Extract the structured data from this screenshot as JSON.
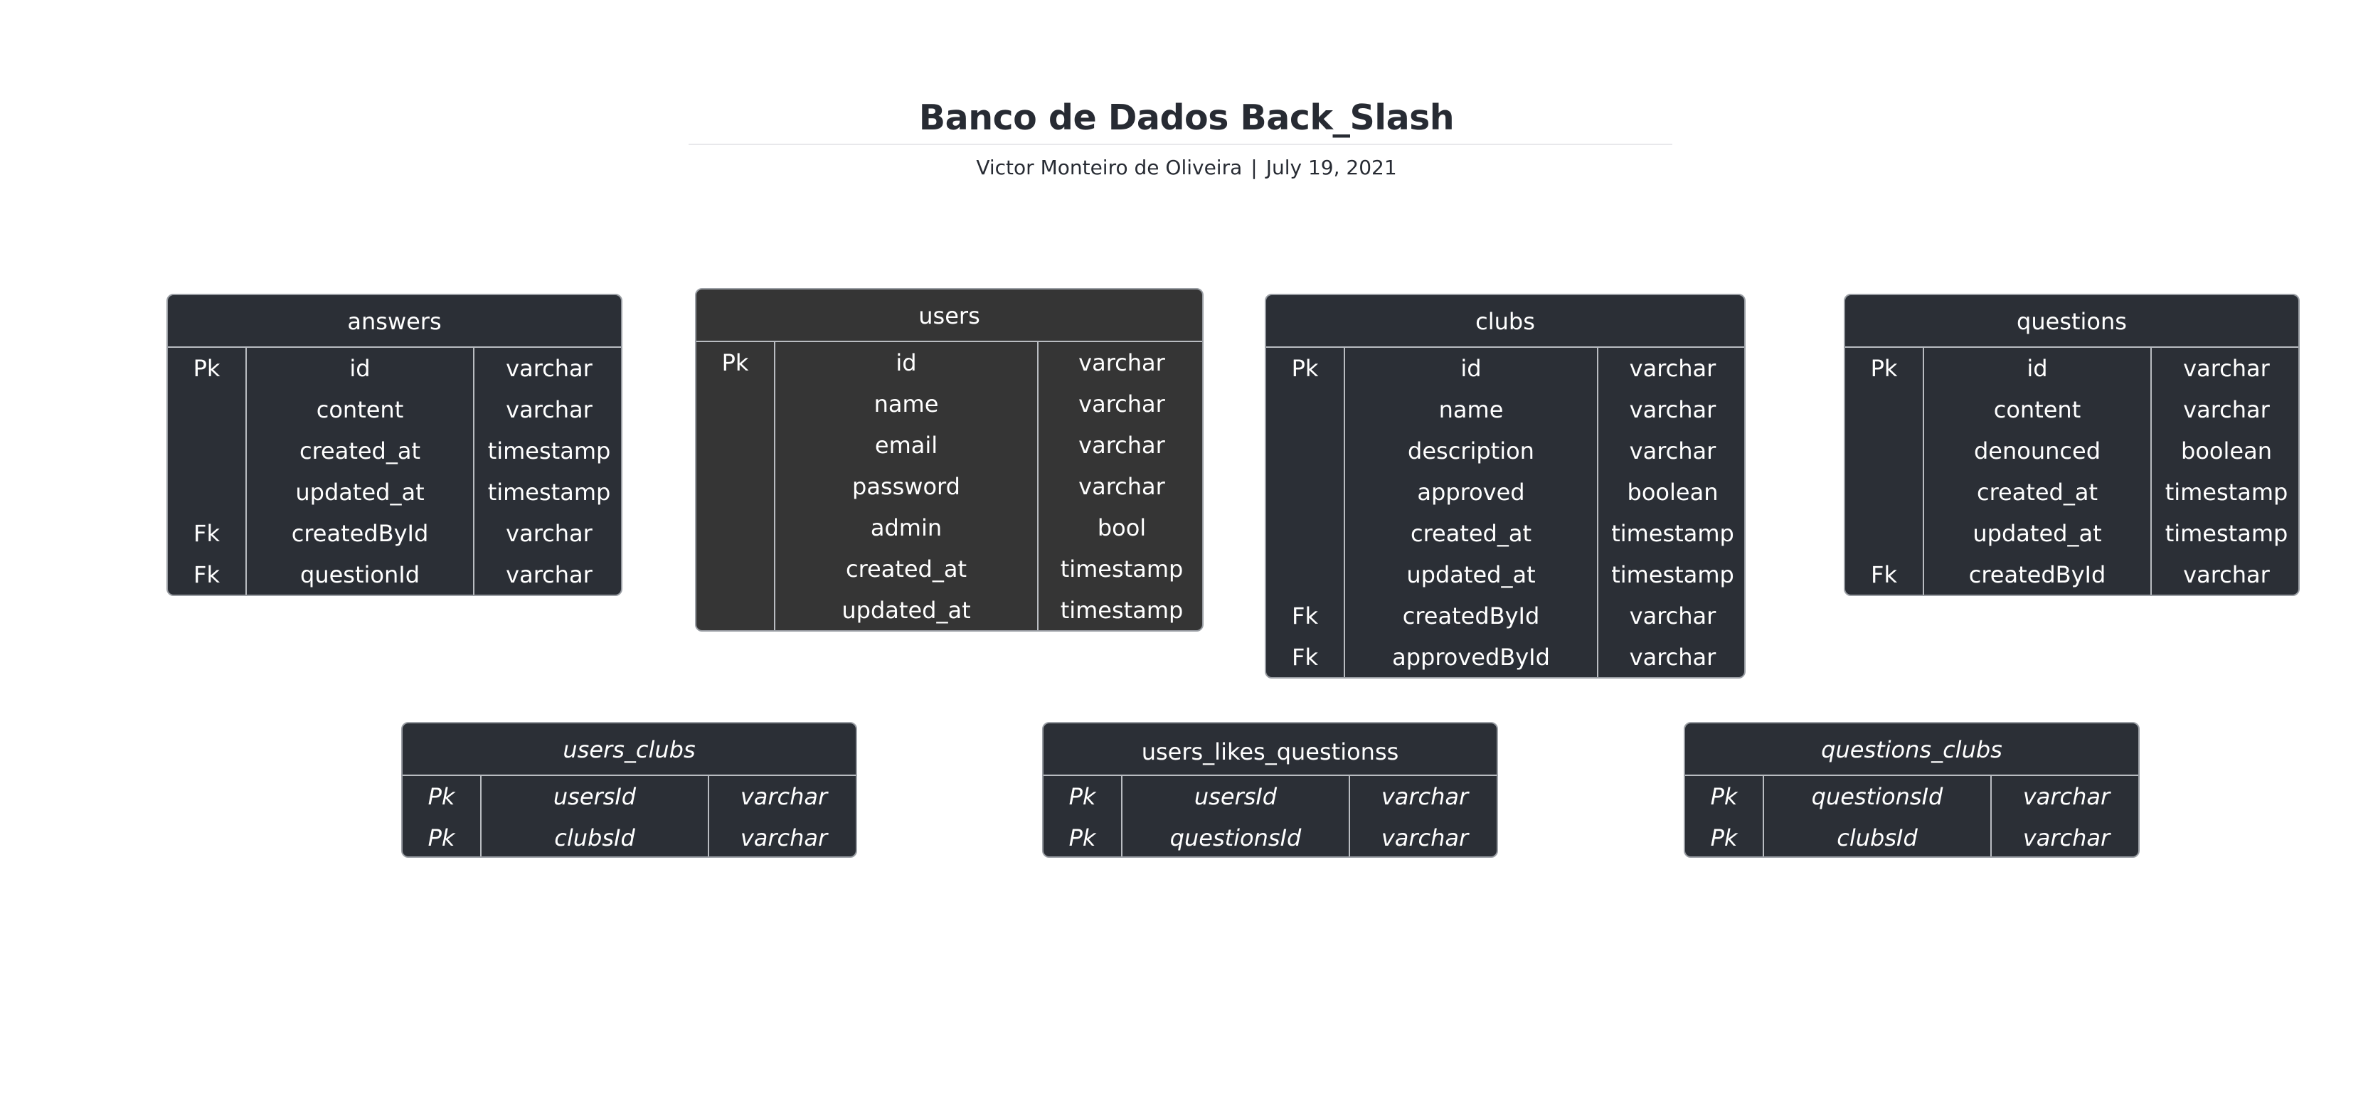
{
  "diagram": {
    "title": "Banco de Dados Back_Slash",
    "author": "Victor Monteiro de Oliveira",
    "separator": "|",
    "date": "July 19, 2021"
  },
  "tables": {
    "answers": {
      "name": "answers",
      "rows": [
        {
          "key": "Pk",
          "field": "id",
          "type": "varchar"
        },
        {
          "key": "",
          "field": "content",
          "type": "varchar"
        },
        {
          "key": "",
          "field": "created_at",
          "type": "timestamp"
        },
        {
          "key": "",
          "field": "updated_at",
          "type": "timestamp"
        },
        {
          "key": "Fk",
          "field": "createdById",
          "type": "varchar"
        },
        {
          "key": "Fk",
          "field": "questionId",
          "type": "varchar"
        }
      ]
    },
    "users": {
      "name": "users",
      "rows": [
        {
          "key": "Pk",
          "field": "id",
          "type": "varchar"
        },
        {
          "key": "",
          "field": "name",
          "type": "varchar"
        },
        {
          "key": "",
          "field": "email",
          "type": "varchar"
        },
        {
          "key": "",
          "field": "password",
          "type": "varchar"
        },
        {
          "key": "",
          "field": "admin",
          "type": "bool"
        },
        {
          "key": "",
          "field": "created_at",
          "type": "timestamp"
        },
        {
          "key": "",
          "field": "updated_at",
          "type": "timestamp"
        }
      ]
    },
    "clubs": {
      "name": "clubs",
      "rows": [
        {
          "key": "Pk",
          "field": "id",
          "type": "varchar"
        },
        {
          "key": "",
          "field": "name",
          "type": "varchar"
        },
        {
          "key": "",
          "field": "description",
          "type": "varchar"
        },
        {
          "key": "",
          "field": "approved",
          "type": "boolean"
        },
        {
          "key": "",
          "field": "created_at",
          "type": "timestamp"
        },
        {
          "key": "",
          "field": "updated_at",
          "type": "timestamp"
        },
        {
          "key": "Fk",
          "field": "createdById",
          "type": "varchar"
        },
        {
          "key": "Fk",
          "field": "approvedById",
          "type": "varchar"
        }
      ]
    },
    "questions": {
      "name": "questions",
      "rows": [
        {
          "key": "Pk",
          "field": "id",
          "type": "varchar"
        },
        {
          "key": "",
          "field": "content",
          "type": "varchar"
        },
        {
          "key": "",
          "field": "denounced",
          "type": "boolean"
        },
        {
          "key": "",
          "field": "created_at",
          "type": "timestamp"
        },
        {
          "key": "",
          "field": "updated_at",
          "type": "timestamp"
        },
        {
          "key": "Fk",
          "field": "createdById",
          "type": "varchar"
        }
      ]
    },
    "users_clubs": {
      "name": "users_clubs",
      "rows": [
        {
          "key": "Pk",
          "field": "usersId",
          "type": "varchar"
        },
        {
          "key": "Pk",
          "field": "clubsId",
          "type": "varchar"
        }
      ]
    },
    "users_likes_questionss": {
      "name": "users_likes_questionss",
      "rows": [
        {
          "key": "Pk",
          "field": "usersId",
          "type": "varchar"
        },
        {
          "key": "Pk",
          "field": "questionsId",
          "type": "varchar"
        }
      ]
    },
    "questions_clubs": {
      "name": "questions_clubs",
      "rows": [
        {
          "key": "Pk",
          "field": "questionsId",
          "type": "varchar"
        },
        {
          "key": "Pk",
          "field": "clubsId",
          "type": "varchar"
        }
      ]
    }
  },
  "colors": {
    "entity_dark": "#2b2f36",
    "entity_gray": "#353535",
    "title_text": "#272b33",
    "divider": "#b9bcc1"
  }
}
